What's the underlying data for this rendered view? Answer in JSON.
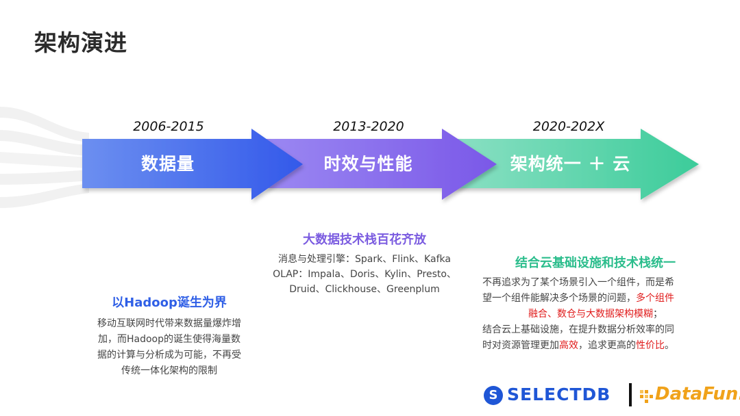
{
  "page": {
    "title": "架构演进"
  },
  "timeline": [
    {
      "period": "2006-2015",
      "label": "数据量"
    },
    {
      "period": "2013-2020",
      "label": "时效与性能"
    },
    {
      "period": "2020-202X",
      "label": "架构统一 ＋ 云"
    }
  ],
  "blocks": {
    "data_volume": {
      "title": "以Hadoop诞生为界",
      "lines": [
        "移动互联网时代带来数据量爆炸增",
        "加，而Hadoop的诞生使得海量数",
        "据的计算与分析成为可能，不再受",
        "传统一体化架构的限制"
      ]
    },
    "performance": {
      "title": "大数据技术栈百花齐放",
      "lines": [
        "消息与处理引擎：Spark、Flink、Kafka",
        "OLAP：Impala、Doris、Kylin、Presto、",
        "Druid、Clickhouse、Greenplum"
      ]
    },
    "unified": {
      "title": "结合云基础设施和技术栈统一",
      "p1_lines": [
        "不再追求为了某个场景引入一个组件，而是希",
        "望一个组件能解决多个场景的问题，"
      ],
      "p1_red": [
        "多个组件",
        "融合、数仓与大数据架构模糊"
      ],
      "p1_end": "；",
      "p2_lines": [
        "结合云上基础设施，在提升数据分析效率的同",
        "时对资源管理更加"
      ],
      "p2_red1": "高效",
      "p2_mid": "，追求更高的",
      "p2_red2": "性价比",
      "p2_end": "。"
    }
  },
  "logos": {
    "selectdb": "SELECTDB",
    "datafun": "DataFun."
  },
  "colors": {
    "blue": "#2f5fe6",
    "purple": "#7b5ce0",
    "green": "#2bbd8c",
    "highlight": "#e01b1b"
  }
}
